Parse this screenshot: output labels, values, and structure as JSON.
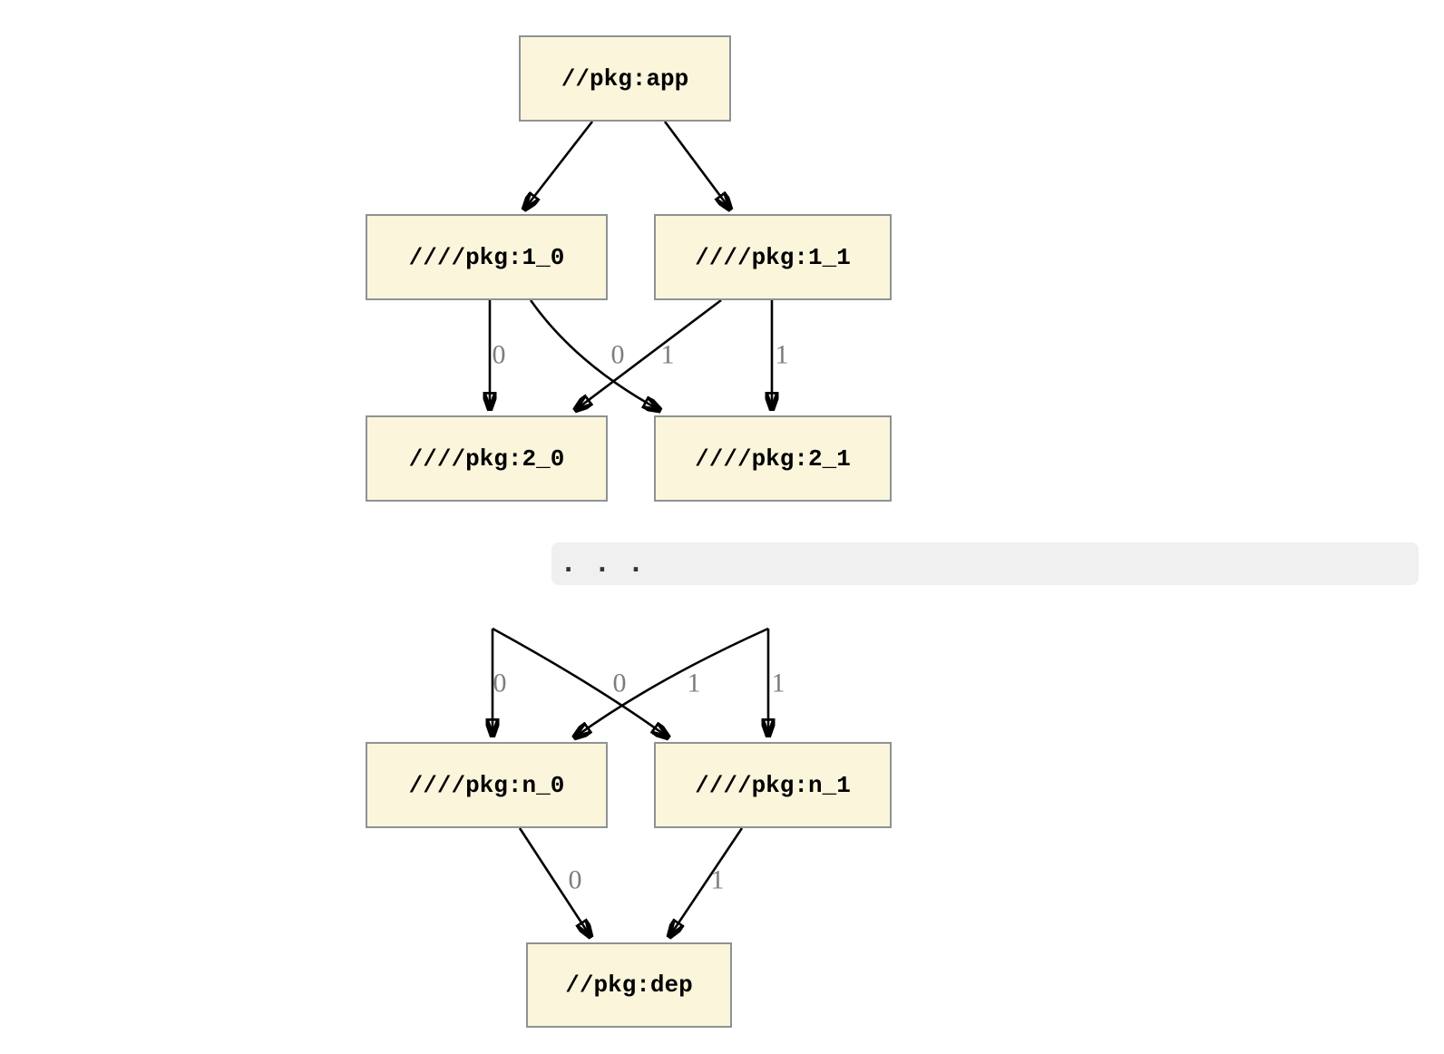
{
  "diagram": {
    "type": "dependency-graph",
    "nodes": {
      "app": {
        "label": "//pkg:app"
      },
      "v1_0": {
        "label": "////pkg:1_0"
      },
      "v1_1": {
        "label": "////pkg:1_1"
      },
      "v2_0": {
        "label": "////pkg:2_0"
      },
      "v2_1": {
        "label": "////pkg:2_1"
      },
      "vn_0": {
        "label": "////pkg:n_0"
      },
      "vn_1": {
        "label": "////pkg:n_1"
      },
      "dep": {
        "label": "//pkg:dep"
      }
    },
    "ellipsis": {
      "text": "..."
    },
    "edges": [
      {
        "from": "//pkg:app",
        "to": "////pkg:1_0",
        "label": ""
      },
      {
        "from": "//pkg:app",
        "to": "////pkg:1_1",
        "label": ""
      },
      {
        "from": "////pkg:1_0",
        "to": "////pkg:2_0",
        "label": "0"
      },
      {
        "from": "////pkg:1_0",
        "to": "////pkg:2_1",
        "label": "0"
      },
      {
        "from": "////pkg:1_1",
        "to": "////pkg:2_0",
        "label": "1"
      },
      {
        "from": "////pkg:1_1",
        "to": "////pkg:2_1",
        "label": "1"
      },
      {
        "from": "...",
        "to": "////pkg:n_0",
        "label": "0"
      },
      {
        "from": "...",
        "to": "////pkg:n_1",
        "label": "0"
      },
      {
        "from": "...",
        "to": "////pkg:n_0",
        "label": "1"
      },
      {
        "from": "...",
        "to": "////pkg:n_1",
        "label": "1"
      },
      {
        "from": "////pkg:n_0",
        "to": "//pkg:dep",
        "label": "0"
      },
      {
        "from": "////pkg:n_1",
        "to": "//pkg:dep",
        "label": "1"
      }
    ],
    "colors": {
      "background": "#ffffff",
      "node_fill": "#fbf5dc",
      "node_border": "#8d9394",
      "edge": "#000000",
      "edge_label": "#7d7d7d",
      "ellipsis_band": "#f0f0f0",
      "ellipsis_dots": "#333333"
    }
  }
}
